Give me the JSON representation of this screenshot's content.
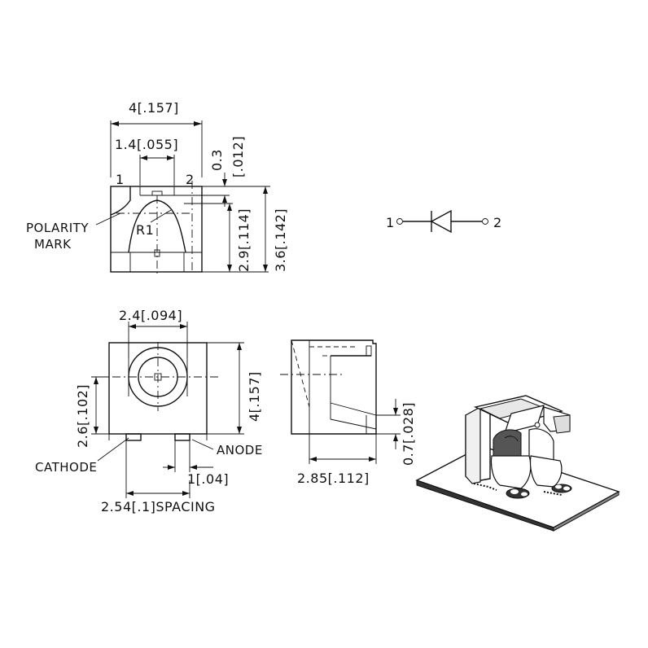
{
  "top_view": {
    "width_dim": "4[.157]",
    "window_dim": "1.4[.055]",
    "pin1": "1",
    "pin2": "2",
    "gap_dim": "0.3",
    "gap_dim_in": "[.012]",
    "radius": "R1",
    "lens_height_dim": "2.9[.114]",
    "height_dim": "3.6[.142]",
    "polarity_line1": "POLARITY",
    "polarity_line2": "MARK"
  },
  "symbol": {
    "pin1": "1",
    "pin2": "2"
  },
  "front_view": {
    "lens_dim": "2.4[.094]",
    "height_dim": "2.6[.102]",
    "size_dim": "4[.157]",
    "cathode": "CATHODE",
    "anode": "ANODE",
    "pad_dim": "1[.04]",
    "spacing_dim": "2.54[.1]SPACING"
  },
  "side_view": {
    "depth_dim": "2.85[.112]",
    "standoff_dim": "0.7[.028]"
  }
}
